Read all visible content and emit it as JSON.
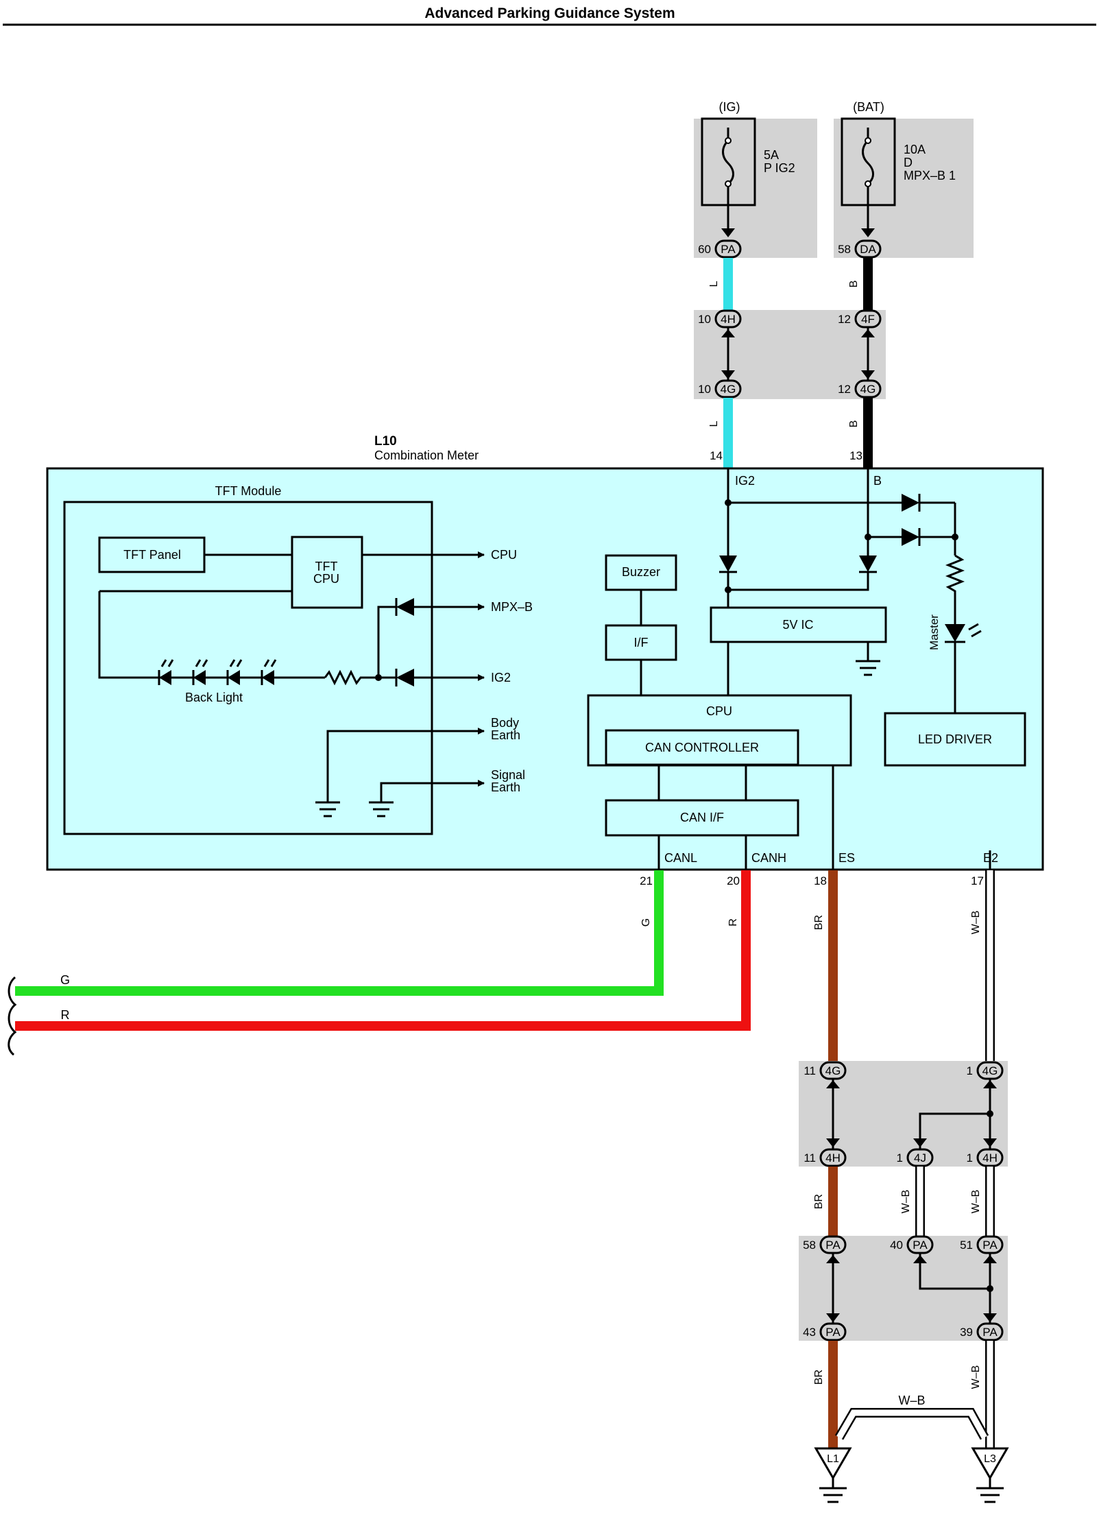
{
  "title": "Advanced Parking Guidance System",
  "colors": {
    "wire_L": "#33E0E6",
    "wire_B": "#000000",
    "wire_G": "#22E022",
    "wire_R": "#EE1111",
    "wire_BR": "#9B3A10",
    "wire_WB": "#FFFFFF",
    "meter_fill": "#CCFFFF",
    "fuse_box_fill": "#D3D3D3"
  },
  "fuses": {
    "ig": {
      "label": "(IG)",
      "rating": "5A",
      "name": "P IG2",
      "pin": "60",
      "connector": "PA"
    },
    "bat": {
      "label": "(BAT)",
      "rating": "10A",
      "code": "D",
      "name": "MPX–B 1",
      "pin": "58",
      "connector": "DA"
    }
  },
  "junction_top": {
    "left_upper": {
      "pin": "10",
      "connector": "4H"
    },
    "right_upper": {
      "pin": "12",
      "connector": "4F"
    },
    "left_lower": {
      "pin": "10",
      "connector": "4G"
    },
    "right_lower": {
      "pin": "12",
      "connector": "4G"
    }
  },
  "meter": {
    "id": "L10",
    "name": "Combination Meter",
    "pin_ig2": "14",
    "pin_b": "13",
    "label_ig2": "IG2",
    "label_b": "B",
    "pin_canl": "21",
    "pin_canh": "20",
    "pin_es": "18",
    "pin_e2": "17",
    "label_canl": "CANL",
    "label_canh": "CANH",
    "label_es": "ES",
    "label_e2": "E2"
  },
  "tft_module": {
    "title": "TFT Module",
    "tft_panel": "TFT Panel",
    "tft_cpu_line1": "TFT",
    "tft_cpu_line2": "CPU",
    "back_light": "Back Light",
    "out_cpu": "CPU",
    "out_mpxb": "MPX–B",
    "out_ig2": "IG2",
    "out_body_earth_1": "Body",
    "out_body_earth_2": "Earth",
    "out_signal_earth_1": "Signal",
    "out_signal_earth_2": "Earth"
  },
  "blocks": {
    "buzzer": "Buzzer",
    "if": "I/F",
    "ic5v": "5V IC",
    "cpu": "CPU",
    "can_controller": "CAN CONTROLLER",
    "can_if": "CAN I/F",
    "led_driver": "LED DRIVER",
    "master": "Master"
  },
  "wire_labels": {
    "L": "L",
    "B": "B",
    "G": "G",
    "R": "R",
    "BR": "BR",
    "WB": "W–B"
  },
  "junction_bottom": {
    "j1_left": {
      "pin": "11",
      "connector": "4G"
    },
    "j1_right": {
      "pin": "1",
      "connector": "4G"
    },
    "j2_left": {
      "pin": "11",
      "connector": "4H"
    },
    "j2_mid": {
      "pin": "1",
      "connector": "4J"
    },
    "j2_right": {
      "pin": "1",
      "connector": "4H"
    },
    "j3_left": {
      "pin": "58",
      "connector": "PA"
    },
    "j3_mid": {
      "pin": "40",
      "connector": "PA"
    },
    "j3_right": {
      "pin": "51",
      "connector": "PA"
    },
    "j4_left": {
      "pin": "43",
      "connector": "PA"
    },
    "j4_right": {
      "pin": "39",
      "connector": "PA"
    }
  },
  "grounds": {
    "left": "L1",
    "right": "L3"
  }
}
